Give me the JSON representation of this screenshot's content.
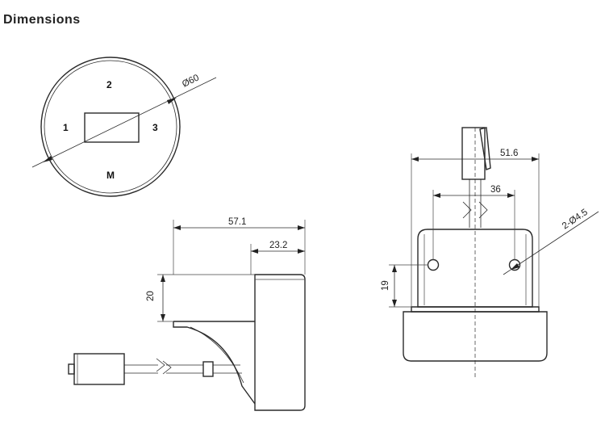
{
  "title": "Dimensions",
  "front_view": {
    "diameter_label": "Ø60",
    "positions": [
      "2",
      "1",
      "3",
      "M"
    ]
  },
  "side_view": {
    "overall_width": "57.1",
    "body_width": "23.2",
    "bracket_height": "20"
  },
  "rear_view": {
    "overall_width": "51.6",
    "hole_spacing": "36",
    "hole_label": "2-Ø4.5",
    "hole_height": "19"
  }
}
